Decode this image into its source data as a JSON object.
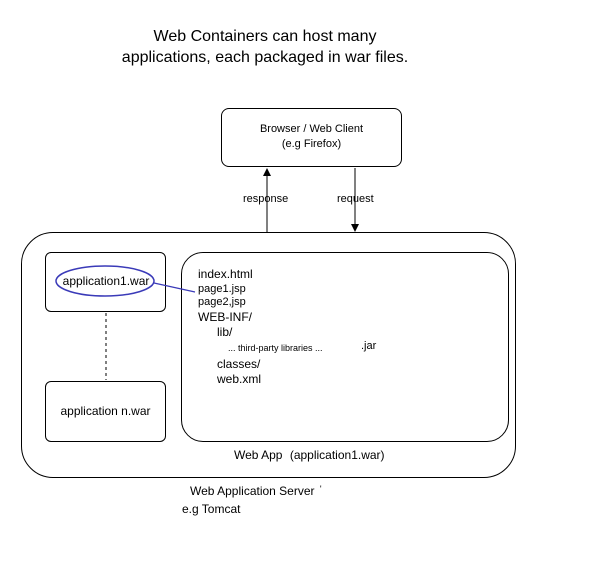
{
  "title": {
    "line1": "Web Containers can host many",
    "line2": "applications, each packaged in war files."
  },
  "browser": {
    "line1": "Browser / Web Client",
    "line2": "(e.g Firefox)"
  },
  "arrows": {
    "response": "response",
    "request": "request"
  },
  "apps": {
    "app1": "application1.war",
    "appn": "application n.war"
  },
  "webapp": {
    "files": {
      "index": "index.html",
      "page1": "page1.jsp",
      "page2": "page2,jsp",
      "webinf": "WEB-INF/",
      "lib": "lib/",
      "libs": "... third-party libraries ...",
      "jar": ".jar",
      "classes": "classes/",
      "webxml": "web.xml"
    },
    "label": "Web App",
    "label_paren": "(application1.war)"
  },
  "server": {
    "label": "Web Application Server",
    "mark": "'",
    "example": "e.g Tomcat"
  },
  "colors": {
    "highlight": "#3a3ab8"
  }
}
